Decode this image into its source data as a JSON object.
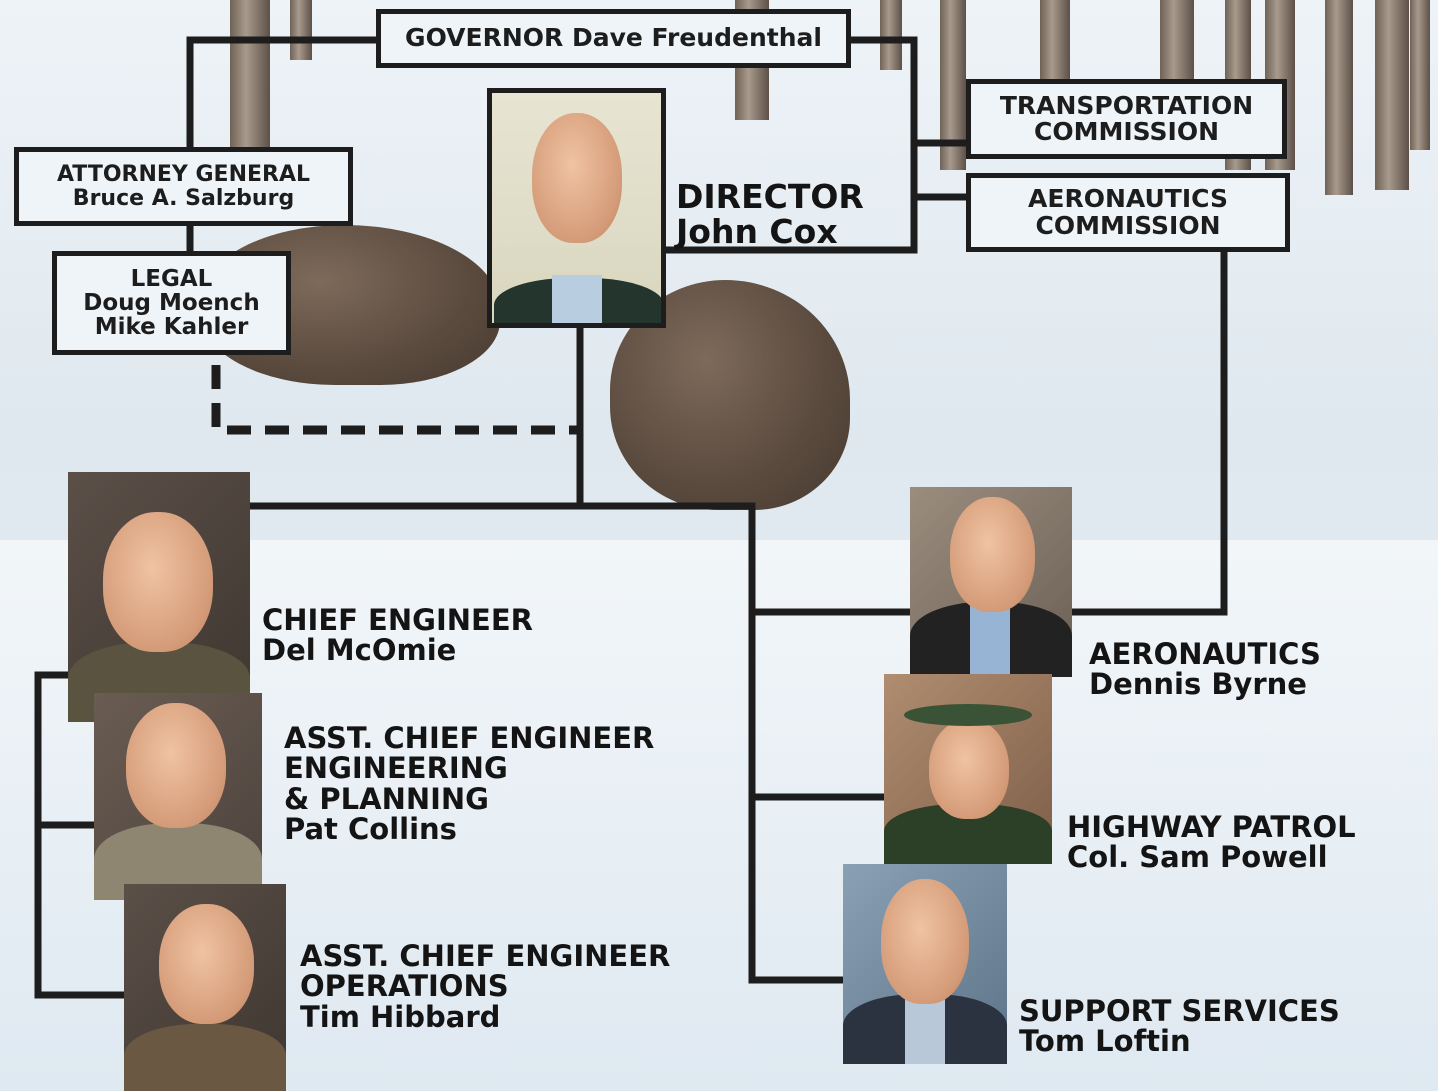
{
  "governor": {
    "label": "GOVERNOR Dave Freudenthal"
  },
  "attorney_general": {
    "title": "ATTORNEY GENERAL",
    "name": "Bruce A. Salzburg"
  },
  "legal": {
    "title": "LEGAL",
    "names": [
      "Doug Moench",
      "Mike Kahler"
    ]
  },
  "director": {
    "title": "DIRECTOR",
    "name": "John Cox"
  },
  "transportation_commission": {
    "lines": [
      "TRANSPORTATION",
      "COMMISSION"
    ]
  },
  "aeronautics_commission": {
    "lines": [
      "AERONAUTICS",
      "COMMISSION"
    ]
  },
  "chief_engineer": {
    "title": "CHIEF ENGINEER",
    "name": "Del McOmie"
  },
  "asst_chief_engineering": {
    "lines": [
      "ASST. CHIEF ENGINEER",
      "ENGINEERING",
      "& PLANNING"
    ],
    "name": "Pat Collins"
  },
  "asst_chief_operations": {
    "lines": [
      "ASST. CHIEF ENGINEER",
      "OPERATIONS"
    ],
    "name": "Tim Hibbard"
  },
  "aeronautics": {
    "title": "AERONAUTICS",
    "name": "Dennis Byrne"
  },
  "highway_patrol": {
    "title": "HIGHWAY PATROL",
    "name": "Col. Sam Powell"
  },
  "support_services": {
    "title": "SUPPORT SERVICES",
    "name": "Tom Loftin"
  },
  "colors": {
    "line": "#1d1d1d",
    "box_fill": "#eef4f8"
  }
}
